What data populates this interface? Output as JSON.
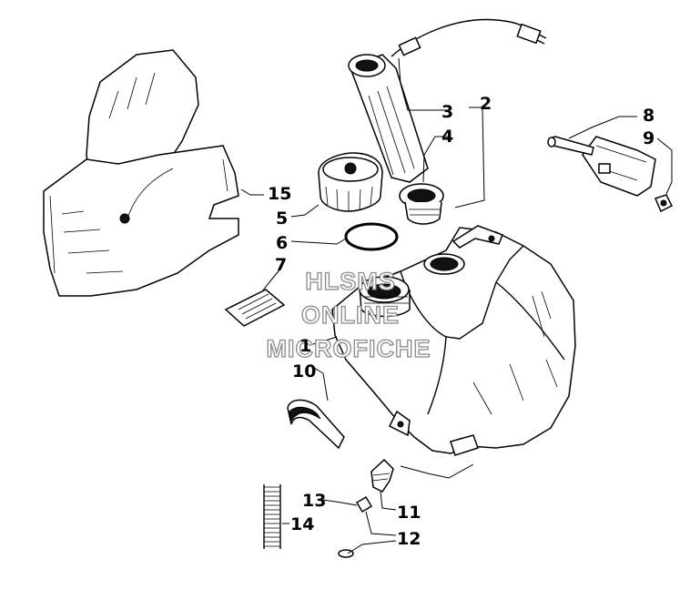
{
  "diagram": {
    "callouts": [
      {
        "id": "1",
        "label": "1"
      },
      {
        "id": "2",
        "label": "2"
      },
      {
        "id": "3",
        "label": "3"
      },
      {
        "id": "4",
        "label": "4"
      },
      {
        "id": "5",
        "label": "5"
      },
      {
        "id": "6",
        "label": "6"
      },
      {
        "id": "7",
        "label": "7"
      },
      {
        "id": "8",
        "label": "8"
      },
      {
        "id": "9",
        "label": "9"
      },
      {
        "id": "10",
        "label": "10"
      },
      {
        "id": "11",
        "label": "11"
      },
      {
        "id": "12",
        "label": "12"
      },
      {
        "id": "13",
        "label": "13"
      },
      {
        "id": "14",
        "label": "14"
      },
      {
        "id": "15",
        "label": "15"
      }
    ]
  },
  "watermark": {
    "line1": "HLSMS",
    "line2": "ONLINE",
    "line3": "MICROFICHE"
  }
}
